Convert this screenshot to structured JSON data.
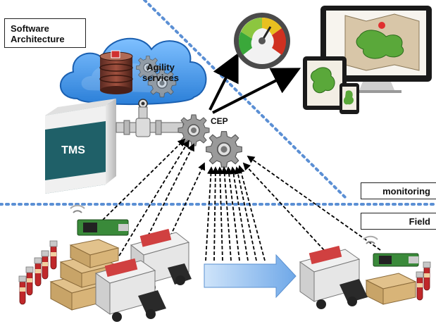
{
  "diagram": {
    "title": "Software Architecture",
    "cloud_label": "Agility services",
    "tms_label": "TMS",
    "cep_label": "CEP",
    "monitoring_label": "monitoring",
    "field_label": "Field"
  },
  "icons": [
    "cloud-icon",
    "database-icon",
    "gauge-icon",
    "monitor-icon",
    "tablet-icon",
    "phone-icon",
    "gear-icon",
    "server-box-icon",
    "sensor-board-icon",
    "truck-icon",
    "box-icon",
    "test-tube-icon",
    "arrow-right-icon"
  ],
  "colors": {
    "cloud": "#3f8fe0",
    "separator": "#5b8fd4",
    "gauge_green": "#3aa83a",
    "gauge_yellow": "#e8c020",
    "gauge_red": "#d03020",
    "tms_box": "#1f6068",
    "flow_arrow": "#8fc0f0"
  }
}
